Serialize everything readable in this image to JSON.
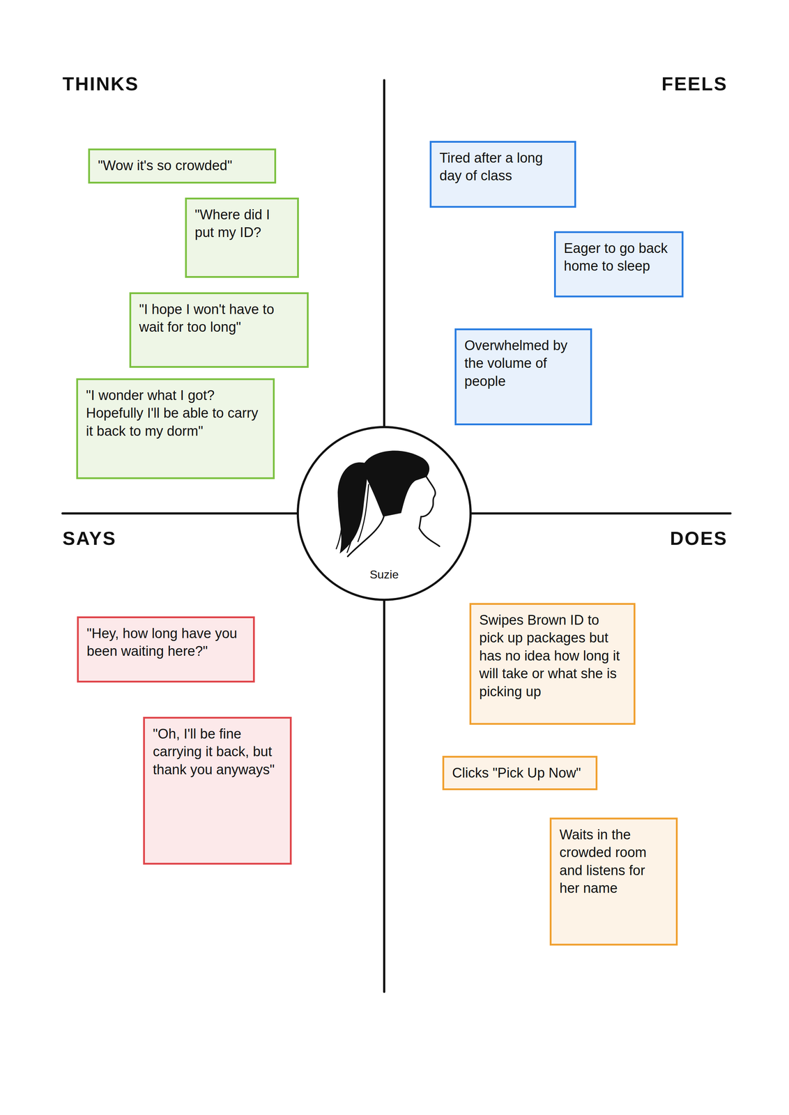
{
  "diagram": {
    "nodes": [
      {
        "text": [
          "\"Wow it's so crowded\""
        ]
      },
      {
        "text": [
          "\"Where did I put my ID?"
        ]
      },
      {
        "text": [
          "\"I hope I won't have to wait for too long\""
        ]
      },
      {
        "text": [
          "\"I wonder what I got? Hopefully I'll be able to carry it back to my dorm\""
        ]
      },
      {
        "text": [
          "Tired after a long day of class"
        ]
      },
      {
        "text": [
          "Eager to go back home to sleep"
        ]
      },
      {
        "text": [
          "Overwhelmed by the volume of people"
        ]
      },
      {
        "text": [
          "Suzie"
        ]
      },
      {
        "text": [
          "\"Hey, how long have you been waiting here?\""
        ]
      },
      {
        "text": [
          "\"Oh, I'll be fine carrying it back, but thank you anyways\""
        ]
      },
      {
        "text": [
          "Swipes Brown ID to pick up packages but has no idea how long it will take or what she is picking up"
        ]
      },
      {
        "text": [
          "Clicks \"Pick Up Now\""
        ]
      },
      {
        "text": [
          "Waits in the crowded room and listens for her name"
        ]
      }
    ],
    "labels": [
      "THINKS",
      "FEELS",
      "SAYS",
      "DOES"
    ]
  }
}
